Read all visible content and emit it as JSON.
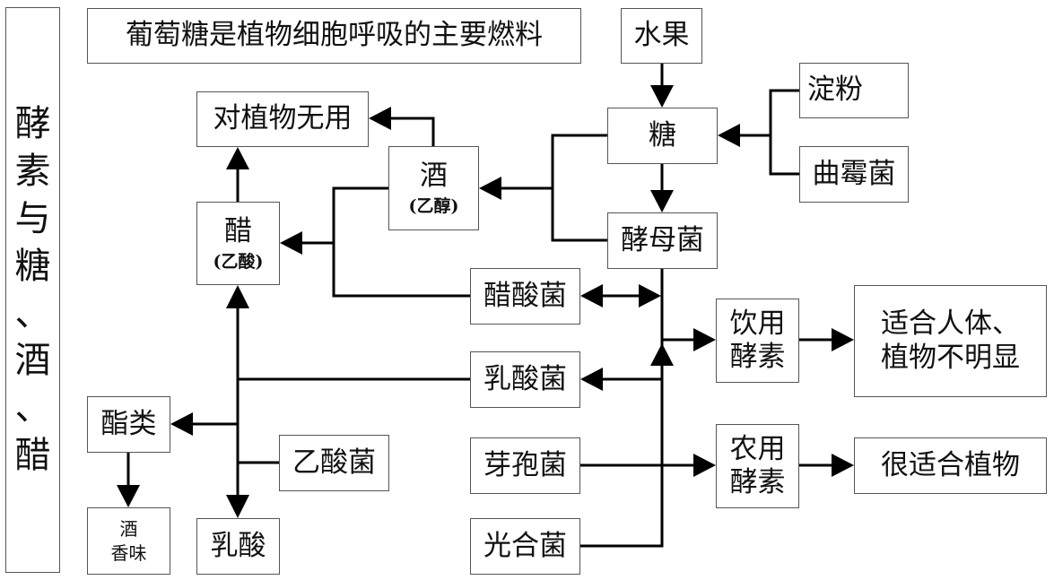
{
  "side_title": [
    "酵",
    "素",
    "与",
    "糖",
    "、",
    "酒",
    "、",
    "醋"
  ],
  "header_note": "葡萄糖是植物细胞呼吸的主要燃料",
  "nodes": {
    "fruit": "水果",
    "starch": "淀粉",
    "sugar": "糖",
    "aspergillus": "曲霉菌",
    "useless": "对植物无用",
    "wine": "酒",
    "wine_sub": "(乙醇)",
    "vinegar": "醋",
    "vinegar_sub": "(乙酸)",
    "yeast": "酵母菌",
    "acetobacter": "醋酸菌",
    "drink_enzyme_1": "饮用",
    "drink_enzyme_2": "酵素",
    "human_1": "适合人体、",
    "human_2": "植物不明显",
    "lactobacillus": "乳酸菌",
    "esters": "酯类",
    "acetic_bacteria": "乙酸菌",
    "bacillus": "芽孢菌",
    "agri_enzyme_1": "农用",
    "agri_enzyme_2": "酵素",
    "plant_good": "很适合植物",
    "aroma_1": "酒",
    "aroma_2": "香味",
    "lactic_acid": "乳酸",
    "photo_bacteria": "光合菌"
  },
  "colors": {
    "line": "#000000",
    "border": "#555555"
  }
}
